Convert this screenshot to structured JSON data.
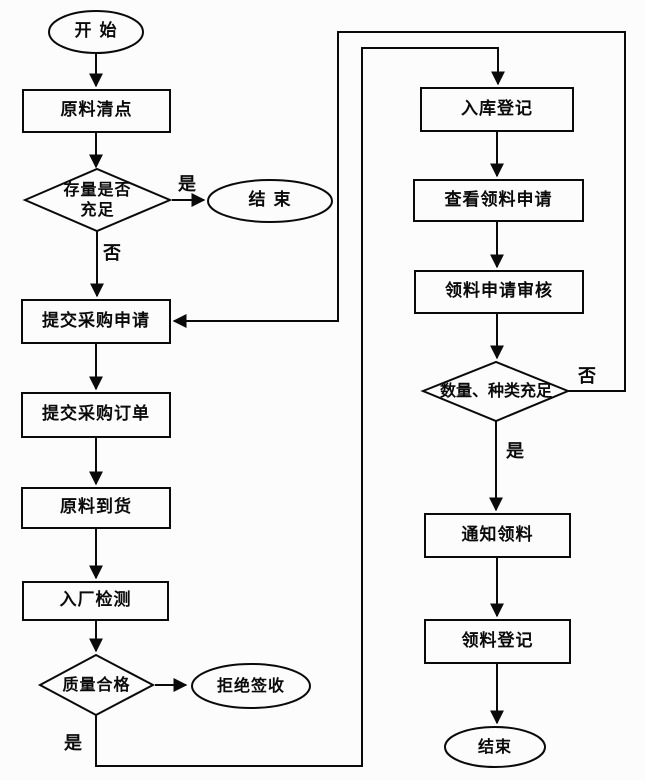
{
  "diagram": {
    "title_hint": "raw-material purchase and requisition flowchart",
    "line_color": "#0a0a0a",
    "background_color": "#fcfcfc",
    "nodes": {
      "start": {
        "label": "开 始",
        "type": "terminator"
      },
      "inventory": {
        "label": "原料清点",
        "type": "process"
      },
      "stock_decision": {
        "label_line1": "存量是否",
        "label_line2": "充足",
        "type": "decision"
      },
      "end_top": {
        "label": "结 束",
        "type": "terminator"
      },
      "submit_purchase_request": {
        "label": "提交采购申请",
        "type": "process"
      },
      "submit_purchase_order": {
        "label": "提交采购订单",
        "type": "process"
      },
      "material_arrival": {
        "label": "原料到货",
        "type": "process"
      },
      "factory_inspection": {
        "label": "入厂检测",
        "type": "process"
      },
      "quality_decision": {
        "label": "质量合格",
        "type": "decision"
      },
      "refuse_sign": {
        "label": "拒绝签收",
        "type": "terminator"
      },
      "warehouse_registration": {
        "label": "入库登记",
        "type": "process"
      },
      "view_material_request": {
        "label": "查看领料申请",
        "type": "process"
      },
      "material_request_review": {
        "label": "领料申请审核",
        "type": "process"
      },
      "quantity_decision": {
        "label": "数量、种类充足",
        "type": "decision"
      },
      "notify_material": {
        "label": "通知领料",
        "type": "process"
      },
      "material_registration": {
        "label": "领料登记",
        "type": "process"
      },
      "end_bottom": {
        "label": "结束",
        "type": "terminator"
      }
    },
    "edge_labels": {
      "stock_yes": "是",
      "stock_no": "否",
      "quality_yes": "是",
      "quantity_no": "否",
      "quantity_yes": "是"
    }
  }
}
